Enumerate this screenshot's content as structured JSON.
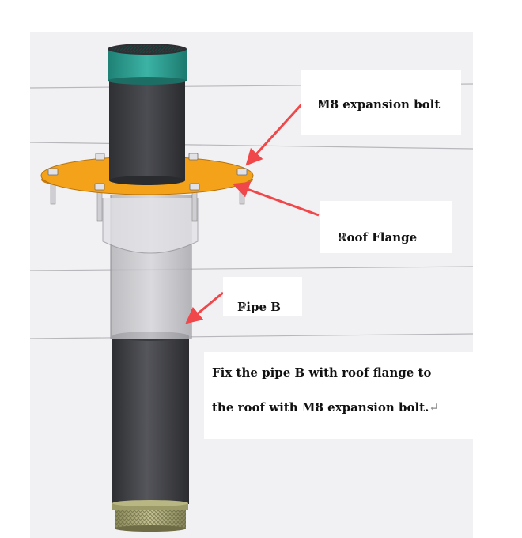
{
  "labels": {
    "bolt": "M8 expansion bolt",
    "flange": "Roof Flange",
    "pipe": "Pipe B",
    "instruction_line1": "Fix the pipe B with roof flange to",
    "instruction_line2": "the roof with M8 expansion bolt.",
    "return_mark": "↵"
  },
  "colors": {
    "flange": "#f5a21b",
    "pipe_dark": "#3d3e42",
    "pipe_translucent": "#c4c4c8",
    "cap_teal": "#2a9d90",
    "arrow": "#f0484a",
    "roof_line": "#bdbdbd",
    "panel_bg": "#f1f1f4"
  }
}
